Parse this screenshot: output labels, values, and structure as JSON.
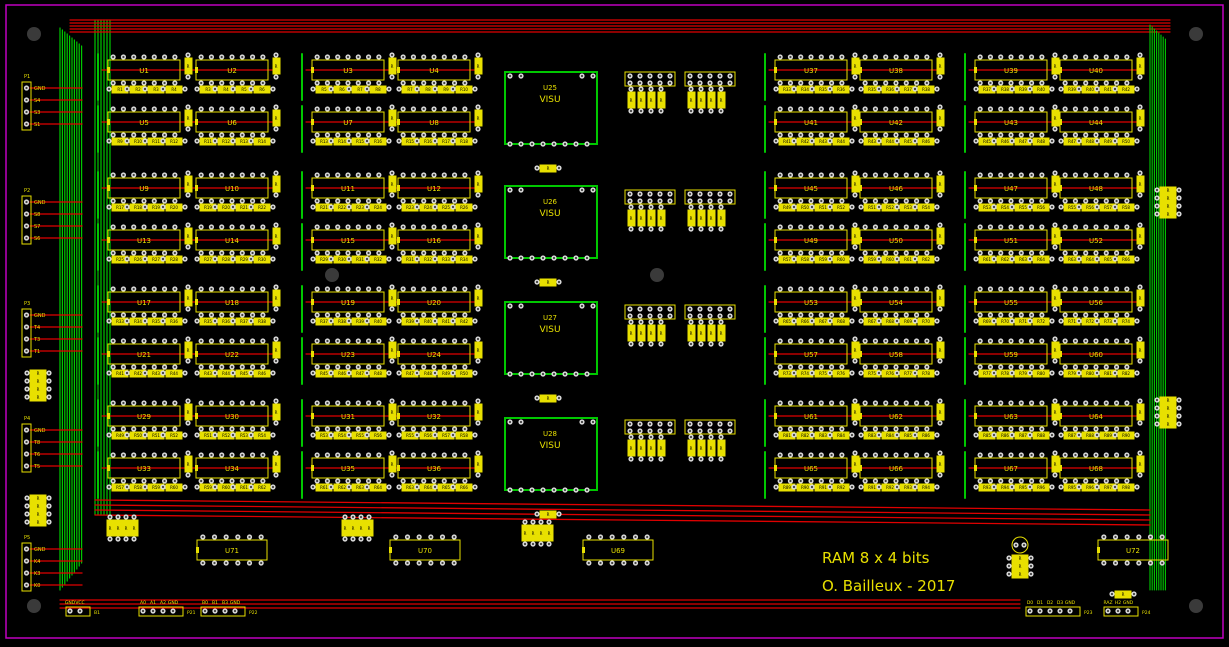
{
  "board": {
    "title_line1": "RAM 8 x 4 bits",
    "title_line2": "O. Bailleux - 2017",
    "colors": {
      "background": "#000000",
      "outline": "#c000c0",
      "top_copper": "#e00000",
      "bottom_copper": "#00c800",
      "silkscreen": "#e8e000",
      "pad": "#d8d8d8",
      "pad_hole": "#404040",
      "resistor_fill": "#e8e000",
      "mounting_hole": "#3a3a3a"
    }
  },
  "chips_left": {
    "rows": [
      [
        "U1",
        "U2",
        "U3",
        "U4"
      ],
      [
        "U5",
        "U6",
        "U7",
        "U8"
      ],
      [
        "U9",
        "U10",
        "U11",
        "U12"
      ],
      [
        "U13",
        "U14",
        "U15",
        "U16"
      ],
      [
        "U17",
        "U18",
        "U19",
        "U20"
      ],
      [
        "U21",
        "U22",
        "U23",
        "U24"
      ],
      [
        "U29",
        "U30",
        "U31",
        "U32"
      ],
      [
        "U33",
        "U34",
        "U35",
        "U36"
      ]
    ]
  },
  "chips_right": {
    "rows": [
      [
        "U37",
        "U38",
        "U39",
        "U40"
      ],
      [
        "U41",
        "U42",
        "U43",
        "U44"
      ],
      [
        "U45",
        "U46",
        "U47",
        "U48"
      ],
      [
        "U49",
        "U50",
        "U51",
        "U52"
      ],
      [
        "U53",
        "U54",
        "U55",
        "U56"
      ],
      [
        "U57",
        "U58",
        "U59",
        "U60"
      ],
      [
        "U61",
        "U62",
        "U63",
        "U64"
      ],
      [
        "U65",
        "U66",
        "U67",
        "U68"
      ]
    ]
  },
  "displays": [
    {
      "ref": "U25",
      "label": "VISU"
    },
    {
      "ref": "U26",
      "label": "VISU"
    },
    {
      "ref": "U27",
      "label": "VISU"
    },
    {
      "ref": "U28",
      "label": "VISU"
    }
  ],
  "bottom_chips": [
    "U71",
    "U70",
    "U69",
    "U72"
  ],
  "connectors": [
    {
      "ref": "P1",
      "pins": [
        "GND",
        "S4",
        "S3",
        "S1"
      ]
    },
    {
      "ref": "P2",
      "pins": [
        "GND",
        "S8",
        "S7",
        "S6"
      ]
    },
    {
      "ref": "P3",
      "pins": [
        "GND",
        "T4",
        "T3",
        "T1"
      ]
    },
    {
      "ref": "P4",
      "pins": [
        "GND",
        "T8",
        "T6",
        "T5"
      ]
    },
    {
      "ref": "P5",
      "pins": [
        "GND",
        "K4",
        "K3",
        "K0"
      ]
    }
  ],
  "bottom_connectors": [
    {
      "ref": "B1",
      "labels": [
        "GND",
        "VCC"
      ]
    },
    {
      "ref": "P21",
      "labels": [
        "A0",
        "A1",
        "A2",
        "GND"
      ]
    },
    {
      "ref": "P22",
      "labels": [
        "B0",
        "B1",
        "B3",
        "GND"
      ]
    },
    {
      "ref": "P23",
      "labels": [
        "D0",
        "D1",
        "D2",
        "D3",
        "GND"
      ]
    },
    {
      "ref": "P24",
      "labels": [
        "RAZ",
        "H2",
        "GND"
      ]
    }
  ]
}
